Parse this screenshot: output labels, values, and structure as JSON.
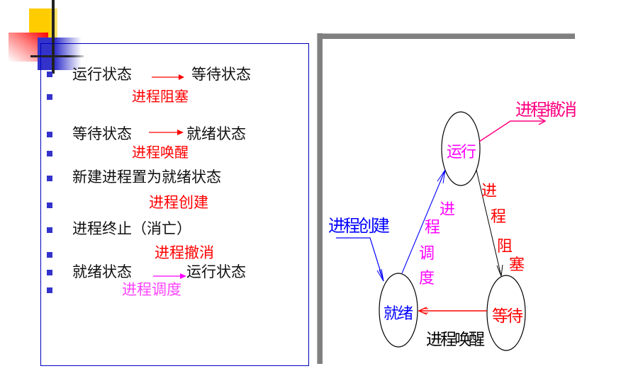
{
  "logo": {
    "name": "slide-decoration"
  },
  "bullets": [
    {
      "text": "运行状态",
      "arrow_color": "#ff0000",
      "target": "等待状态"
    },
    {
      "label": "进程阻塞",
      "label_color": "#ff0000"
    },
    {
      "text": "等待状态",
      "arrow_color": "#ff0000",
      "target": "就绪状态"
    },
    {
      "label": "进程唤醒",
      "label_color": "#ff0000"
    },
    {
      "text": "新建进程置为就绪状态"
    },
    {
      "label": "进程创建",
      "label_color": "#ff0000"
    },
    {
      "text": "进程终止（消亡）"
    },
    {
      "label": "进程撤消",
      "label_color": "#ff0000"
    },
    {
      "text": "就绪状态",
      "arrow_color": "#ff00ff",
      "target": "运行状态"
    },
    {
      "label": "进程调度",
      "label_color": "#ff44ff"
    }
  ],
  "diagram": {
    "states": [
      {
        "id": "running",
        "label": "运行",
        "color": "#ff00ff"
      },
      {
        "id": "ready",
        "label": "就绪",
        "color": "#0000ff"
      },
      {
        "id": "waiting",
        "label": "等待",
        "color": "#ff0000"
      }
    ],
    "transitions": [
      {
        "id": "create",
        "label": "进程创建",
        "to": "ready",
        "color": "#0000ff"
      },
      {
        "id": "dispatch",
        "label_chars": [
          "进",
          "程",
          "调",
          "度"
        ],
        "from": "ready",
        "to": "running",
        "color": "#ff00ff",
        "line_color": "#0000ff"
      },
      {
        "id": "block",
        "label_chars": [
          "进",
          "程",
          "阻",
          "塞"
        ],
        "from": "running",
        "to": "waiting",
        "color": "#ff0000",
        "line_color": "#000000"
      },
      {
        "id": "wakeup",
        "label": "进程唤醒",
        "from": "waiting",
        "to": "ready",
        "color": "#000000",
        "line_color": "#ff0000"
      },
      {
        "id": "terminate",
        "label": "进程撤消",
        "from": "running",
        "color": "#ff0080",
        "line_color": "#ff0080"
      }
    ]
  }
}
